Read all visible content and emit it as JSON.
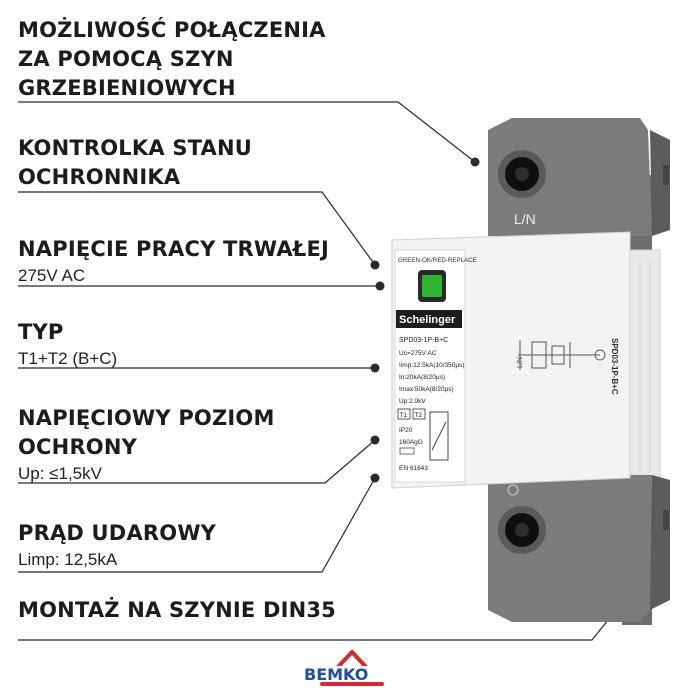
{
  "features": [
    {
      "title": "MOŻLIWOŚĆ POŁĄCZENIA\nZA POMOCĄ SZYN\nGRZEBIENIOWYCH"
    },
    {
      "title": "KONTROLKA STANU\nOCHRONNIKA"
    },
    {
      "title": "NAPIĘCIE PRACY TRWAŁEJ",
      "value": "275V AC"
    },
    {
      "title": "TYP",
      "value": "T1+T2 (B+C)"
    },
    {
      "title": "NAPIĘCIOWY POZIOM\nOCHRONY",
      "value": "Up: ≤1,5kV"
    },
    {
      "title": "PRĄD UDAROWY",
      "value": "Limp: 12,5kA"
    },
    {
      "title": "MONTAŻ NA SZYNIE DIN35"
    }
  ],
  "device": {
    "terminal_label": "L/N",
    "indicator_label": "GREEN-OK/RED-REPLACE",
    "brand": "Schelinger",
    "model": "SPD03-1P-B+C",
    "side_model": "SPD03-1P-B+C",
    "spec_lines": [
      "Uc=275V AC",
      "Iimp:12.5kA(10/350µs)",
      "In:20kA(8/20µs)",
      "Imax:50kA(8/20µs)",
      "Up:2.0kV"
    ],
    "type_badges": [
      "T1",
      "T2"
    ],
    "ip": "IP20",
    "fuse": "160AgG",
    "standard": "EN 61643",
    "indicator_color": "#2fb52f"
  },
  "logo": {
    "text": "BEMKO",
    "text_color": "#1f4fa0",
    "mark_color": "#d7282f"
  },
  "colors": {
    "housing": "#7b7b7b",
    "housing_dark": "#5c5c5c",
    "front": "#f3f3f3",
    "callout": "#2a2a2a"
  }
}
